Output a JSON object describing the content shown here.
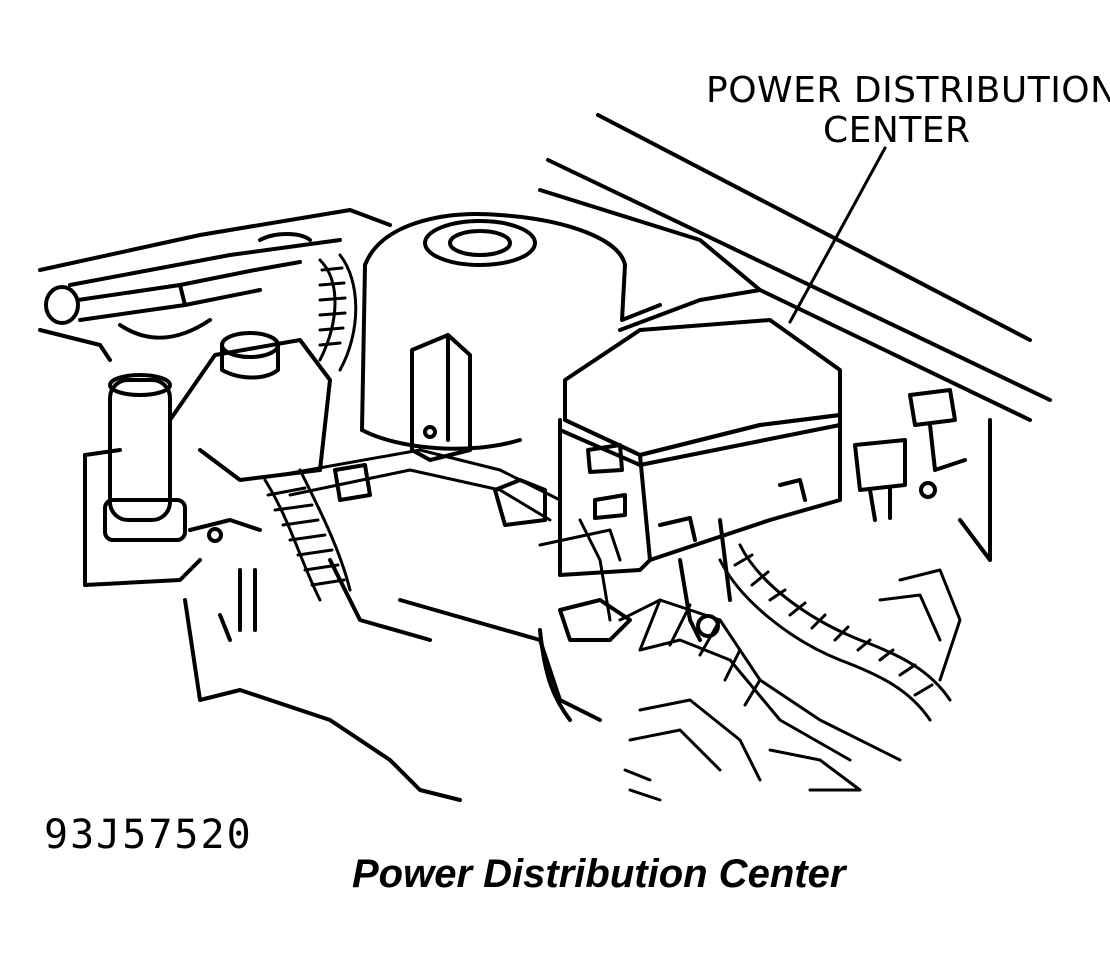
{
  "callout": {
    "line1": "POWER DISTRIBUTION",
    "line2": "CENTER"
  },
  "figure_code": "93J57520",
  "caption": "Power Distribution Center"
}
